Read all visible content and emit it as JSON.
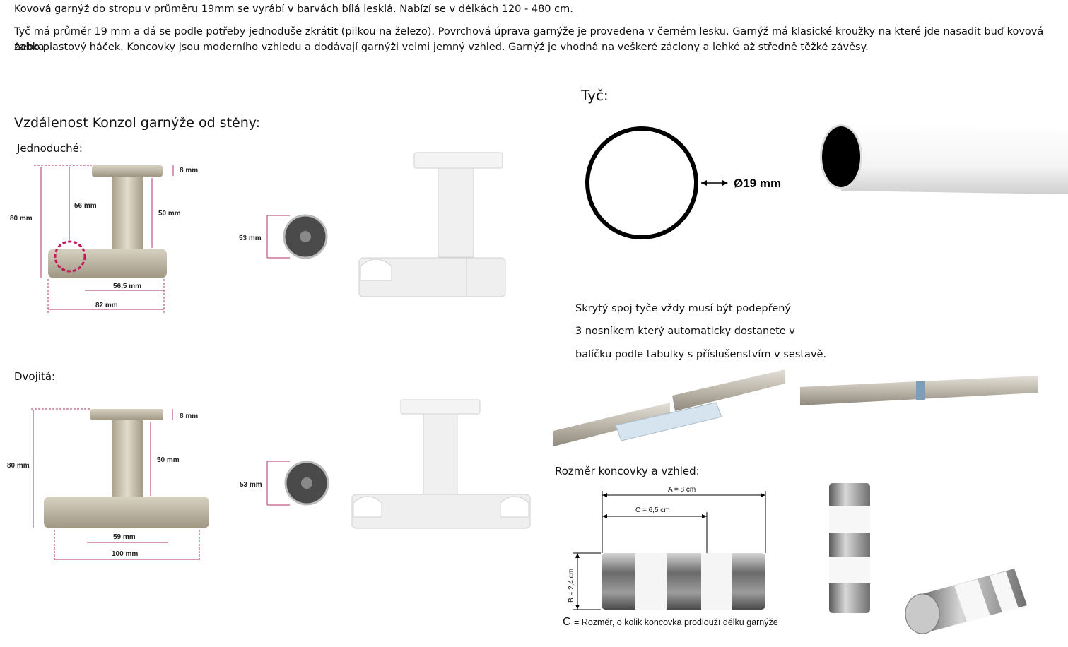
{
  "intro": {
    "line1": "Kovová garnýž do stropu v průměru 19mm se vyrábí v barvách bílá lesklá. Nabízí se v délkách 120 - 480 cm.",
    "line2": "Tyč má průměr 19 mm a dá se podle potřeby jednoduše zkrátit (pilkou na železo). Povrchová úprava garnýže je provedena v černém lesku. Garnýž má klasické kroužky na které jde nasadit buď kovová žabka",
    "line3": "nebo plastový háček. Koncovky jsou moderního vzhledu a dodávají garnýži velmi jemný vzhled. Garnýž je vhodná na veškeré záclony a lehké až středně těžké závěsy."
  },
  "brackets": {
    "heading": "Vzdálenost Konzol garnýže od stěny:",
    "single_label": "Jednoduché:",
    "double_label": "Dvojitá:",
    "single_dims": {
      "h80": "80 mm",
      "h56": "56 mm",
      "h8": "8 mm",
      "h50": "50 mm",
      "w565": "56,5 mm",
      "w82": "82 mm",
      "d53": "53 mm"
    },
    "double_dims": {
      "h80": "80 mm",
      "h8": "8 mm",
      "h50": "50 mm",
      "w59": "59 mm",
      "w100": "100 mm",
      "d53": "53 mm"
    }
  },
  "rod": {
    "heading": "Tyč:",
    "diameter": "Ø19 mm",
    "joint_line1": "Skrytý spoj tyče vždy musí být podepřený",
    "joint_line2": "3 nosníkem který automaticky dostanete v",
    "joint_line3": "balíčku podle tabulky s příslušenstvím v sestavě."
  },
  "finial": {
    "heading": "Rozměr koncovky a vzhled:",
    "a": "A = 8 cm",
    "c": "C = 6,5 cm",
    "b": "B = 2,4 cm",
    "caption_letter": "C",
    "caption_text": "= Rozměr, o kolik koncovka prodlouží délku garnýže"
  },
  "colors": {
    "metal": "#c8c0ae",
    "white_part": "#f2f2f2",
    "dim_line": "#b0306a",
    "black": "#000000"
  }
}
